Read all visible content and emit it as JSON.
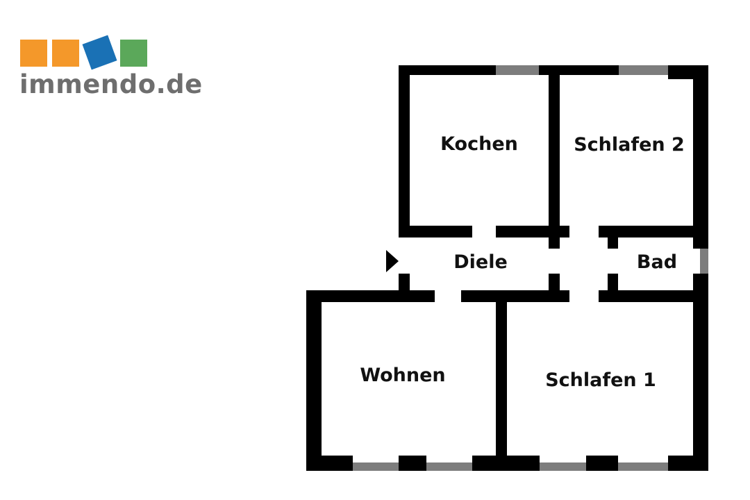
{
  "logo": {
    "text": "immendo.de",
    "colors": {
      "orange": "#f4982a",
      "blue": "#1a71b5",
      "green": "#5ba85a",
      "text": "#6e6e6e"
    }
  },
  "floorplan": {
    "rooms": {
      "kochen": "Kochen",
      "schlafen2": "Schlafen 2",
      "diele": "Diele",
      "bad": "Bad",
      "wohnen": "Wohnen",
      "schlafen1": "Schlafen 1"
    },
    "colors": {
      "wall": "#000000",
      "window": "#7d7d7d",
      "background": "#ffffff"
    },
    "icons": {
      "entrance": "entrance-arrow-icon"
    }
  }
}
